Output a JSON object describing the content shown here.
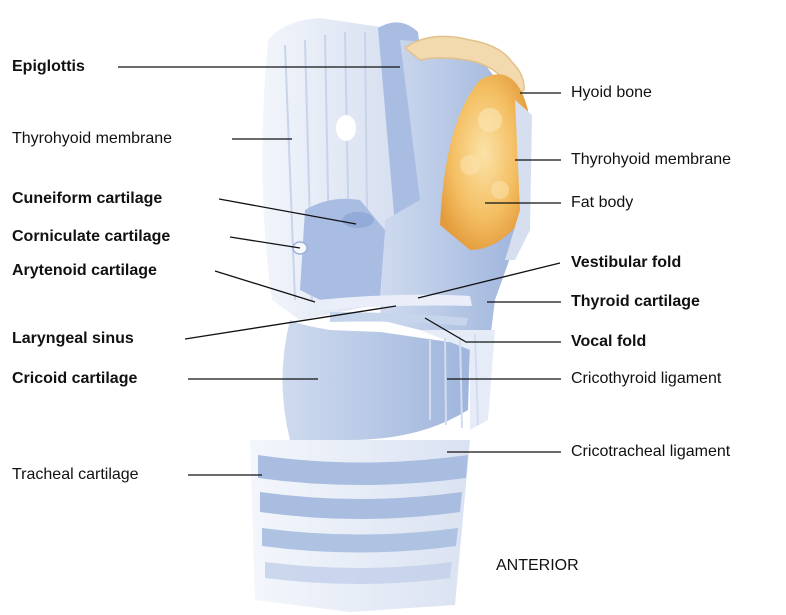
{
  "labels_left": [
    {
      "key": "epiglottis",
      "text": "Epiglottis",
      "bold": true
    },
    {
      "key": "thyrohyoid-membrane-left",
      "text": "Thyrohyoid membrane",
      "bold": false
    },
    {
      "key": "cuneiform-cartilage",
      "text": "Cuneiform cartilage",
      "bold": true
    },
    {
      "key": "corniculate-cartilage",
      "text": "Corniculate cartilage",
      "bold": true
    },
    {
      "key": "arytenoid-cartilage",
      "text": "Arytenoid cartilage",
      "bold": true
    },
    {
      "key": "laryngeal-sinus",
      "text": "Laryngeal sinus",
      "bold": true
    },
    {
      "key": "cricoid-cartilage",
      "text": "Cricoid cartilage",
      "bold": true
    },
    {
      "key": "tracheal-cartilage",
      "text": "Tracheal cartilage",
      "bold": false
    }
  ],
  "labels_right": [
    {
      "key": "hyoid-bone",
      "text": "Hyoid bone",
      "bold": false
    },
    {
      "key": "thyrohyoid-membrane-right",
      "text": "Thyrohyoid membrane",
      "bold": false
    },
    {
      "key": "fat-body",
      "text": "Fat body",
      "bold": false
    },
    {
      "key": "vestibular-fold",
      "text": "Vestibular fold",
      "bold": true
    },
    {
      "key": "thyroid-cartilage",
      "text": "Thyroid cartilage",
      "bold": true
    },
    {
      "key": "vocal-fold",
      "text": "Vocal fold",
      "bold": true
    },
    {
      "key": "cricothyroid-ligament",
      "text": "Cricothyroid ligament",
      "bold": false
    },
    {
      "key": "cricotracheal-ligament",
      "text": "Cricotracheal ligament",
      "bold": false
    }
  ],
  "orientation_label": "ANTERIOR",
  "colors": {
    "cartilage": "#b9c9e6",
    "cartilage_dark": "#8ea6d2",
    "membrane": "#dfe6f3",
    "fat": "#f2b75a",
    "bone": "#f3d9ae",
    "leader": "#111111"
  }
}
